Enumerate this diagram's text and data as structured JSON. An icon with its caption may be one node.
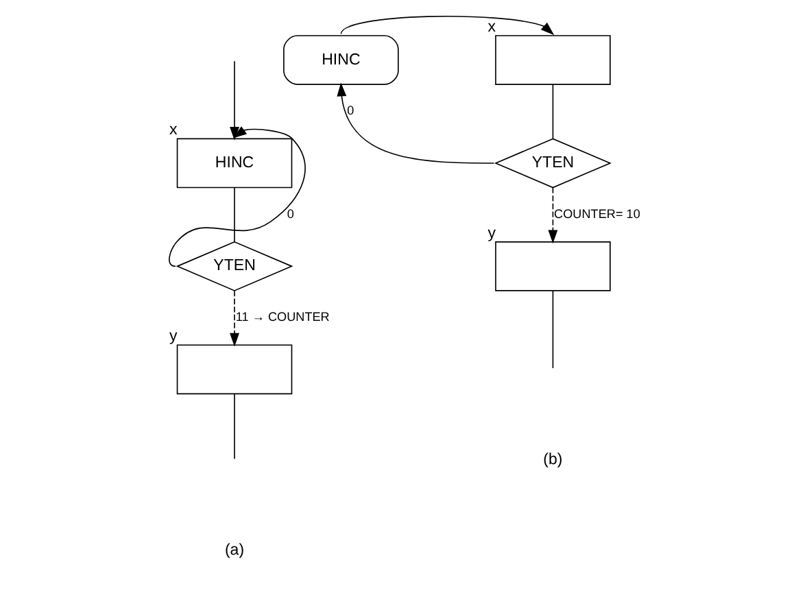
{
  "diagram": {
    "nodes": [
      {
        "text": [
          "HINC"
        ],
        "beside": [
          "x"
        ]
      },
      {
        "text": [
          "YTEN"
        ]
      },
      {
        "text": [],
        "shape": "box",
        "beside": [
          "y"
        ]
      },
      {
        "text": [
          "HINC"
        ]
      },
      {
        "text": [],
        "shape": "box",
        "beside": [
          "x"
        ]
      },
      {
        "text": [
          "YTEN"
        ]
      },
      {
        "text": [],
        "shape": "box",
        "beside": [
          "y"
        ]
      }
    ],
    "edges": [
      {
        "from": null,
        "to": 0,
        "arrow": "to"
      },
      {
        "from": 1,
        "to": 0,
        "arrow": "to",
        "label": "0"
      },
      {
        "from": 0,
        "to": 1,
        "arrow": "none"
      },
      {
        "from": 1,
        "to": 2,
        "arrow": "to",
        "style": "dashed",
        "label": "11 → COUNTER"
      },
      {
        "from": 2,
        "to": null,
        "arrow": "none"
      },
      {
        "from": 3,
        "to": 4,
        "arrow": "to"
      },
      {
        "from": 4,
        "to": 5,
        "arrow": "none"
      },
      {
        "from": 5,
        "to": 3,
        "arrow": "to",
        "label": "0"
      },
      {
        "from": 5,
        "to": 6,
        "arrow": "to",
        "style": "dashed",
        "label": "COUNTER= 10"
      },
      {
        "from": 6,
        "to": null,
        "arrow": "none"
      }
    ],
    "labels": [
      "(a)",
      "(b)"
    ]
  }
}
